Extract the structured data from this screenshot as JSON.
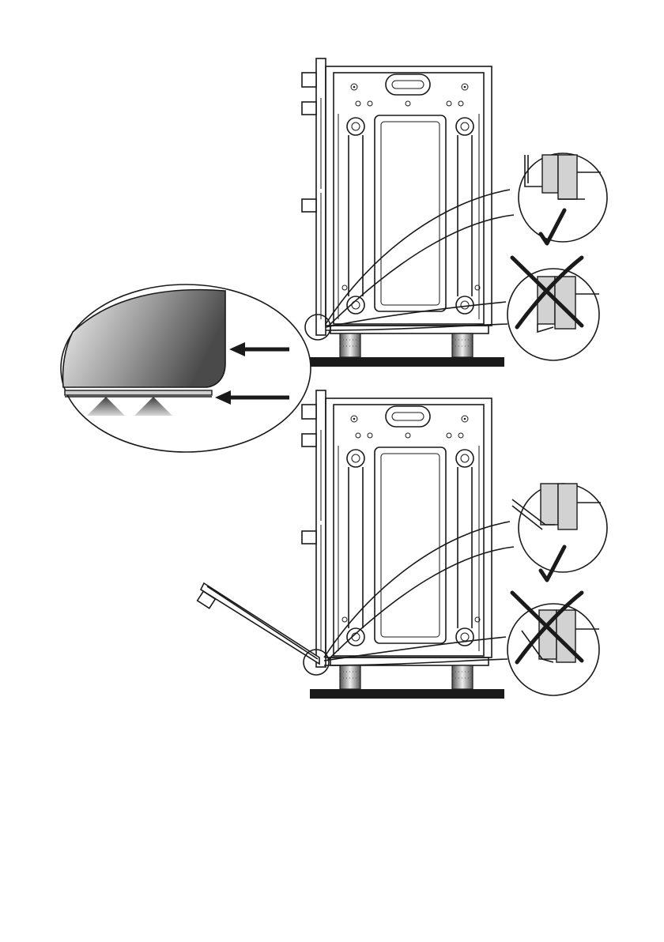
{
  "figure": {
    "panels": [
      {
        "id": "door-closed",
        "door_state": "closed"
      },
      {
        "id": "door-open",
        "door_state": "open"
      }
    ],
    "symbols": {
      "correct": "checkmark-icon",
      "incorrect": "cross-icon"
    },
    "colors": {
      "ink": "#1a1a1a",
      "magnified_glass": "#888888",
      "callout_grey": "#d2d2d2",
      "background": "#ffffff"
    }
  }
}
